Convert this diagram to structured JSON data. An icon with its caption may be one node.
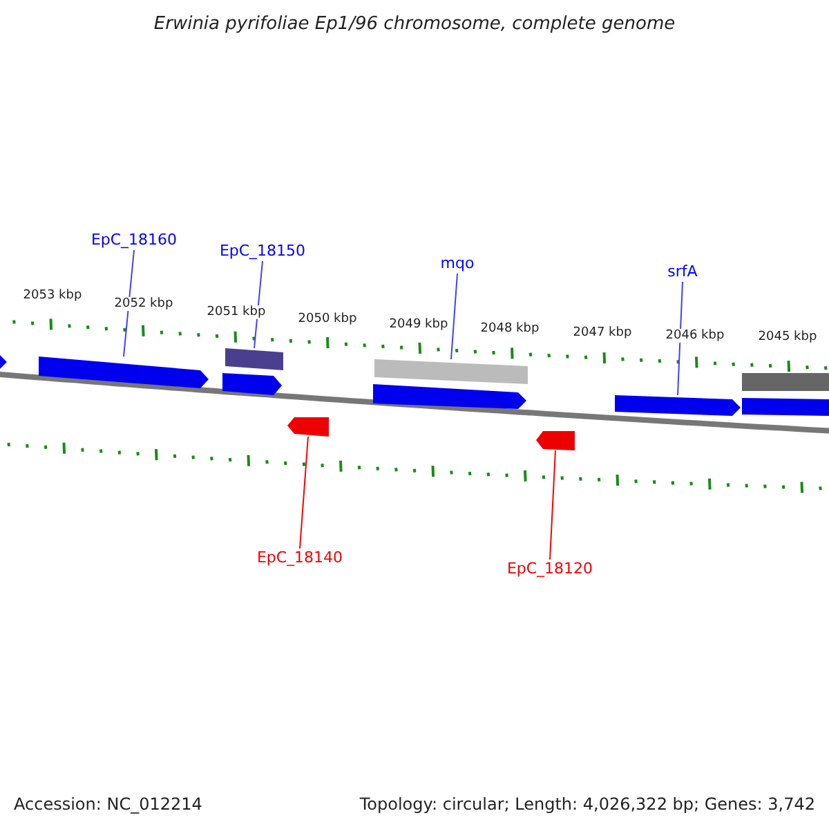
{
  "diagram": {
    "title": "Erwinia pyrifoliae Ep1/96 chromosome, complete genome",
    "nodes": [
      {
        "text": [
          "EpC_18160"
        ]
      },
      {
        "text": [
          "EpC_18150"
        ]
      },
      {
        "text": [
          "mqo"
        ]
      },
      {
        "text": [
          "srfA"
        ]
      },
      {
        "text": [],
        "shape": "arrow"
      },
      {
        "text": [],
        "shape": "bar"
      },
      {
        "text": [],
        "shape": "bar"
      },
      {
        "text": [],
        "shape": "arrow"
      },
      {
        "text": [],
        "shape": "arrow"
      },
      {
        "text": [],
        "shape": "arrow"
      },
      {
        "text": [
          "EpC_18140"
        ]
      },
      {
        "text": [
          "EpC_18120"
        ]
      },
      {
        "text": [],
        "shape": "arrow"
      },
      {
        "text": [],
        "shape": "arrow"
      },
      {
        "text": [],
        "shape": "arrow"
      },
      {
        "text": [],
        "shape": "bar"
      },
      {
        "text": [],
        "shape": "bar"
      }
    ],
    "edges": [
      {
        "from": 0,
        "to": 4,
        "arrow": "none"
      },
      {
        "from": 1,
        "to": 5,
        "arrow": "none"
      },
      {
        "from": 2,
        "to": 6,
        "arrow": "none"
      },
      {
        "from": 3,
        "to": 7,
        "arrow": "none"
      },
      {
        "from": 10,
        "to": 8,
        "arrow": "none",
        "color": "#ff0000"
      },
      {
        "from": 11,
        "to": 9,
        "arrow": "none",
        "color": "#ff0000"
      }
    ],
    "labels": [
      "2053 kbp",
      "2052 kbp",
      "2051 kbp",
      "2050 kbp",
      "2049 kbp",
      "2048 kbp",
      "2047 kbp",
      "2046 kbp",
      "2045 kbp",
      "Accession: NC_012214",
      "Topology: circular; Length: 4,026,322 bp; Genes: 3,742"
    ]
  }
}
